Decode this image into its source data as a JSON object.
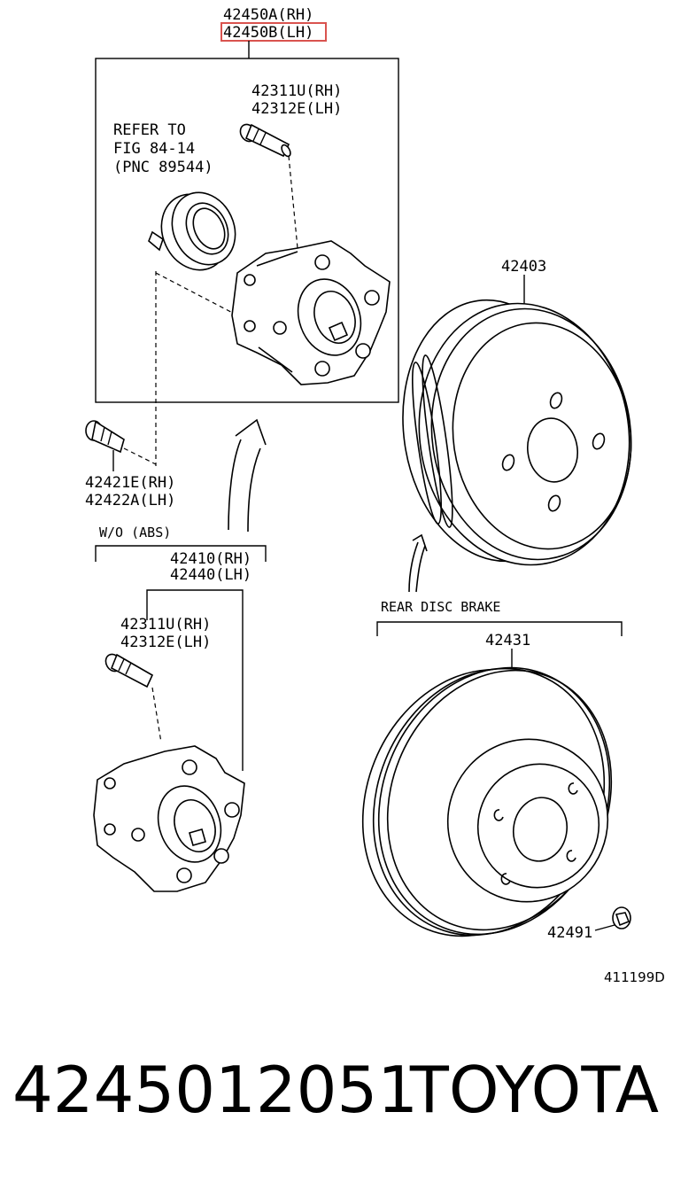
{
  "labels": {
    "hub_rh": "42450A(RH)",
    "hub_lh": "42450B(LH)",
    "bolt_top_rh": "42311U(RH)",
    "bolt_top_lh": "42312E(LH)",
    "refer_line1": "REFER TO",
    "refer_line2": "FIG 84-14",
    "refer_line3": "(PNC 89544)",
    "drum": "42403",
    "bolt_side_rh": "42421E(RH)",
    "bolt_side_lh": "42422A(LH)",
    "wo_abs": "W/O (ABS)",
    "hub2_rh": "42410(RH)",
    "hub2_lh": "42440(LH)",
    "bolt_bottom_rh": "42311U(RH)",
    "bolt_bottom_lh": "42312E(LH)",
    "rear_disc_brake": "REAR DISC BRAKE",
    "disc": "42431",
    "plug": "42491",
    "figure_code": "411199D"
  },
  "footer": {
    "part_number": "4245012051",
    "brand": "TOYOTA"
  },
  "colors": {
    "highlight": "#d9534f",
    "ink": "#000000"
  }
}
